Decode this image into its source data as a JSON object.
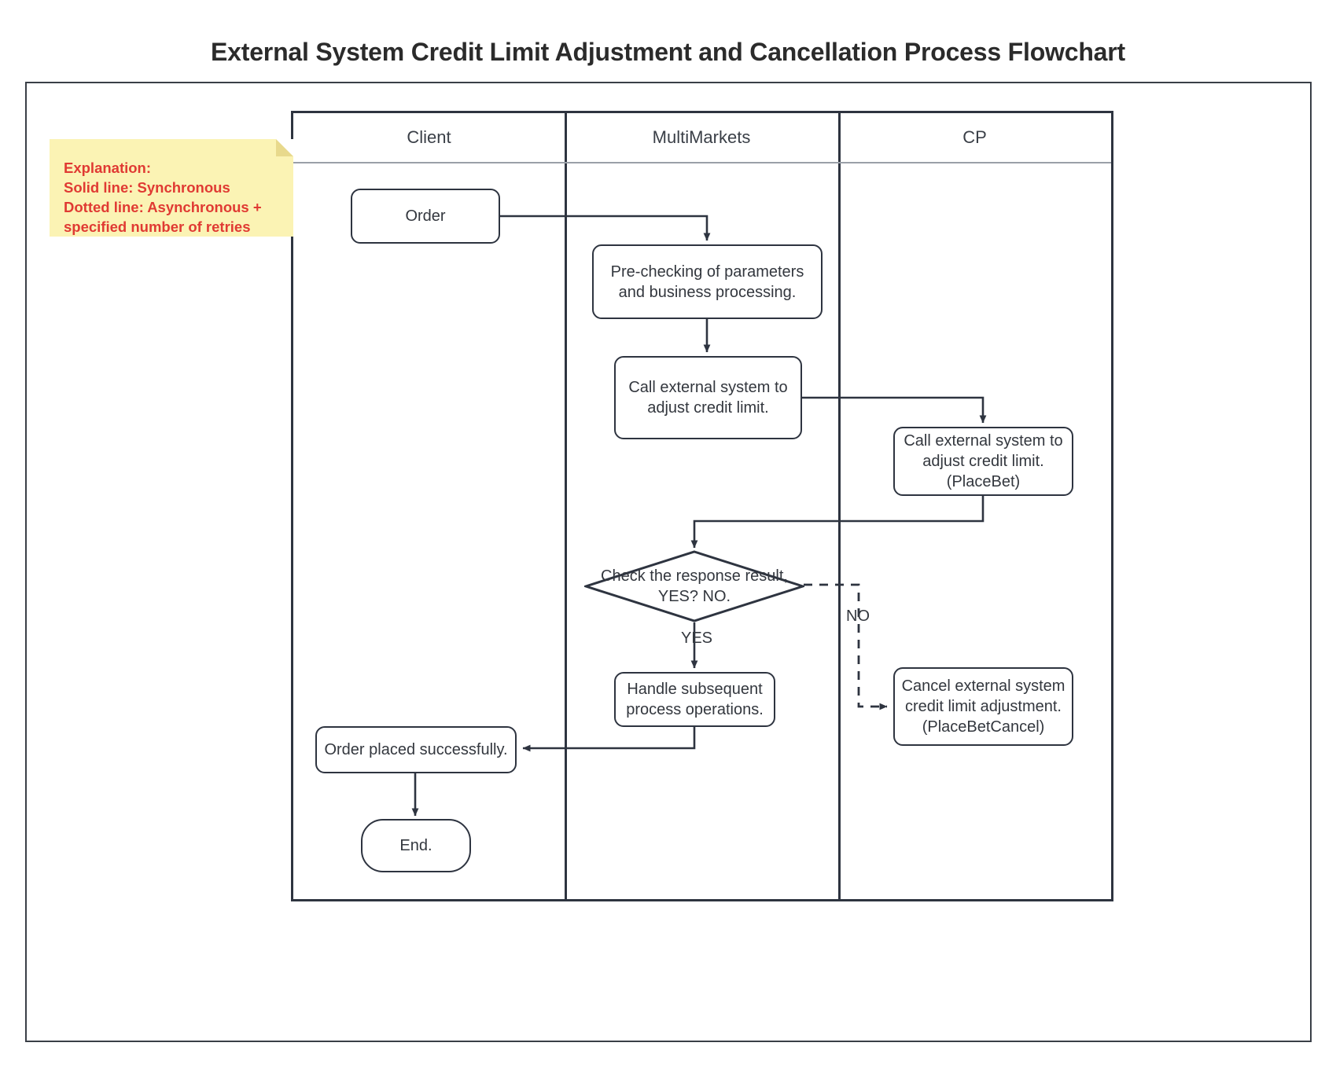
{
  "page_title": "External System Credit Limit Adjustment and Cancellation Process Flowchart",
  "explanation": {
    "name": "explanation-note",
    "lines": [
      "Explanation:",
      "Solid line: Synchronous",
      "Dotted line: Asynchronous +",
      "specified number of retries"
    ],
    "text_color": "#e03a33",
    "background_color": "#fbf3b4"
  },
  "lanes": [
    {
      "id": "client",
      "label": "Client"
    },
    {
      "id": "multimarkets",
      "label": "MultiMarkets"
    },
    {
      "id": "cp",
      "label": "CP"
    }
  ],
  "nodes": {
    "order": {
      "label": "Order",
      "shape": "rounded-rectangle",
      "lane": "client"
    },
    "precheck": {
      "label": "Pre-checking of parameters\nand business processing.",
      "shape": "rounded-rectangle",
      "lane": "multimarkets"
    },
    "call_adjust": {
      "label": "Call external system to\nadjust credit limit.",
      "shape": "rounded-rectangle",
      "lane": "multimarkets"
    },
    "call_adjust_cp": {
      "label": "Call external system to\nadjust credit limit.\n(PlaceBet)",
      "shape": "rounded-rectangle",
      "lane": "cp"
    },
    "decision": {
      "label": "Check the response result,\nYES? NO.",
      "shape": "diamond",
      "lane": "multimarkets"
    },
    "handle_subsequent": {
      "label": "Handle subsequent\nprocess operations.",
      "shape": "rounded-rectangle",
      "lane": "multimarkets"
    },
    "cancel_cp": {
      "label": "Cancel external system\ncredit limit adjustment.\n(PlaceBetCancel)",
      "shape": "rounded-rectangle",
      "lane": "cp"
    },
    "order_placed": {
      "label": "Order placed successfully.",
      "shape": "rounded-rectangle",
      "lane": "client"
    },
    "end": {
      "label": "End.",
      "shape": "terminator",
      "lane": "client"
    }
  },
  "edge_labels": {
    "yes": "YES",
    "no": "NO"
  },
  "colors": {
    "line": "#2e3440",
    "text": "#33373e",
    "note_accent": "#e03a33",
    "note_bg": "#fbf3b4",
    "frame": "#3a3f47"
  }
}
